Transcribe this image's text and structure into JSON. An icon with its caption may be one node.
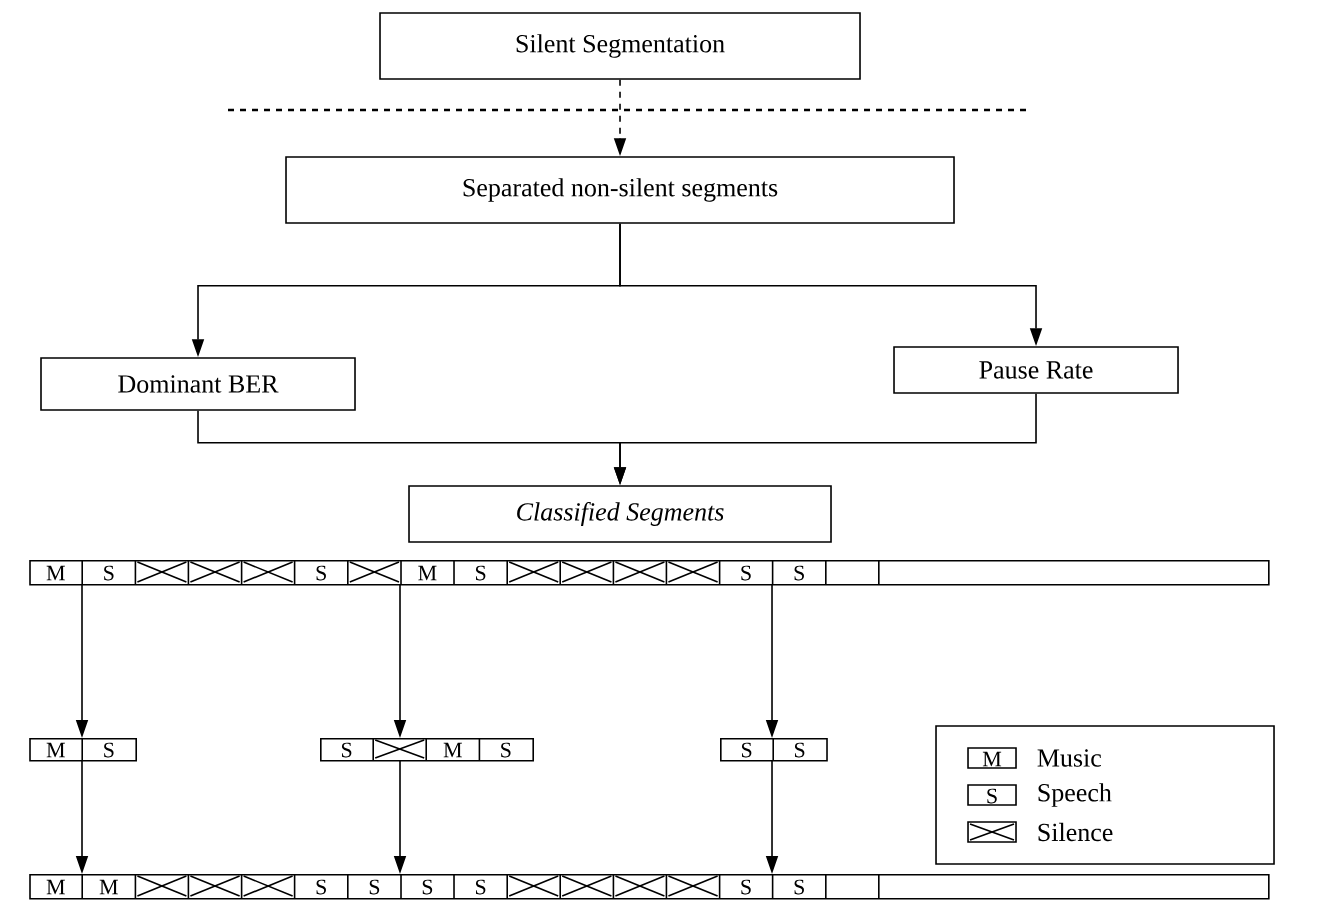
{
  "diagram": {
    "nodes": [
      {
        "text": [
          "Silent Segmentation"
        ]
      },
      {
        "text": [
          "Separated non-silent segments"
        ]
      },
      {
        "text": [
          "Dominant BER"
        ]
      },
      {
        "text": [
          "Pause Rate"
        ]
      },
      {
        "text": [
          "Classified Segments"
        ]
      },
      {
        "text": [
          "M",
          "S",
          "S",
          "M",
          "S",
          "S",
          "S"
        ]
      },
      {
        "text": [
          "M",
          "S"
        ]
      },
      {
        "text": [
          "S",
          "M",
          "S"
        ]
      },
      {
        "text": [
          "S",
          "S"
        ]
      },
      {
        "text": [
          "M",
          "M",
          "S",
          "S",
          "S",
          "S",
          "S",
          "S"
        ]
      }
    ],
    "edges": [
      {
        "from": 0,
        "to": 1,
        "arrow": "to",
        "style": "dashed"
      },
      {
        "from": 1,
        "to": 2,
        "arrow": "to"
      },
      {
        "from": 1,
        "to": 3,
        "arrow": "to"
      },
      {
        "from": 2,
        "to": 4,
        "arrow": "to"
      },
      {
        "from": 3,
        "to": 4,
        "arrow": "to"
      },
      {
        "from": 5,
        "to": 6,
        "arrow": "to"
      },
      {
        "from": 5,
        "to": 7,
        "arrow": "to"
      },
      {
        "from": 5,
        "to": 8,
        "arrow": "to"
      },
      {
        "from": 6,
        "to": 9,
        "arrow": "to"
      },
      {
        "from": 7,
        "to": 9,
        "arrow": "to"
      },
      {
        "from": 8,
        "to": 9,
        "arrow": "to"
      }
    ],
    "labels": [
      "M",
      "S"
    ],
    "legend": [
      {
        "text": "Music"
      },
      {
        "text": "Speech"
      },
      {
        "text": "Silence"
      }
    ]
  }
}
